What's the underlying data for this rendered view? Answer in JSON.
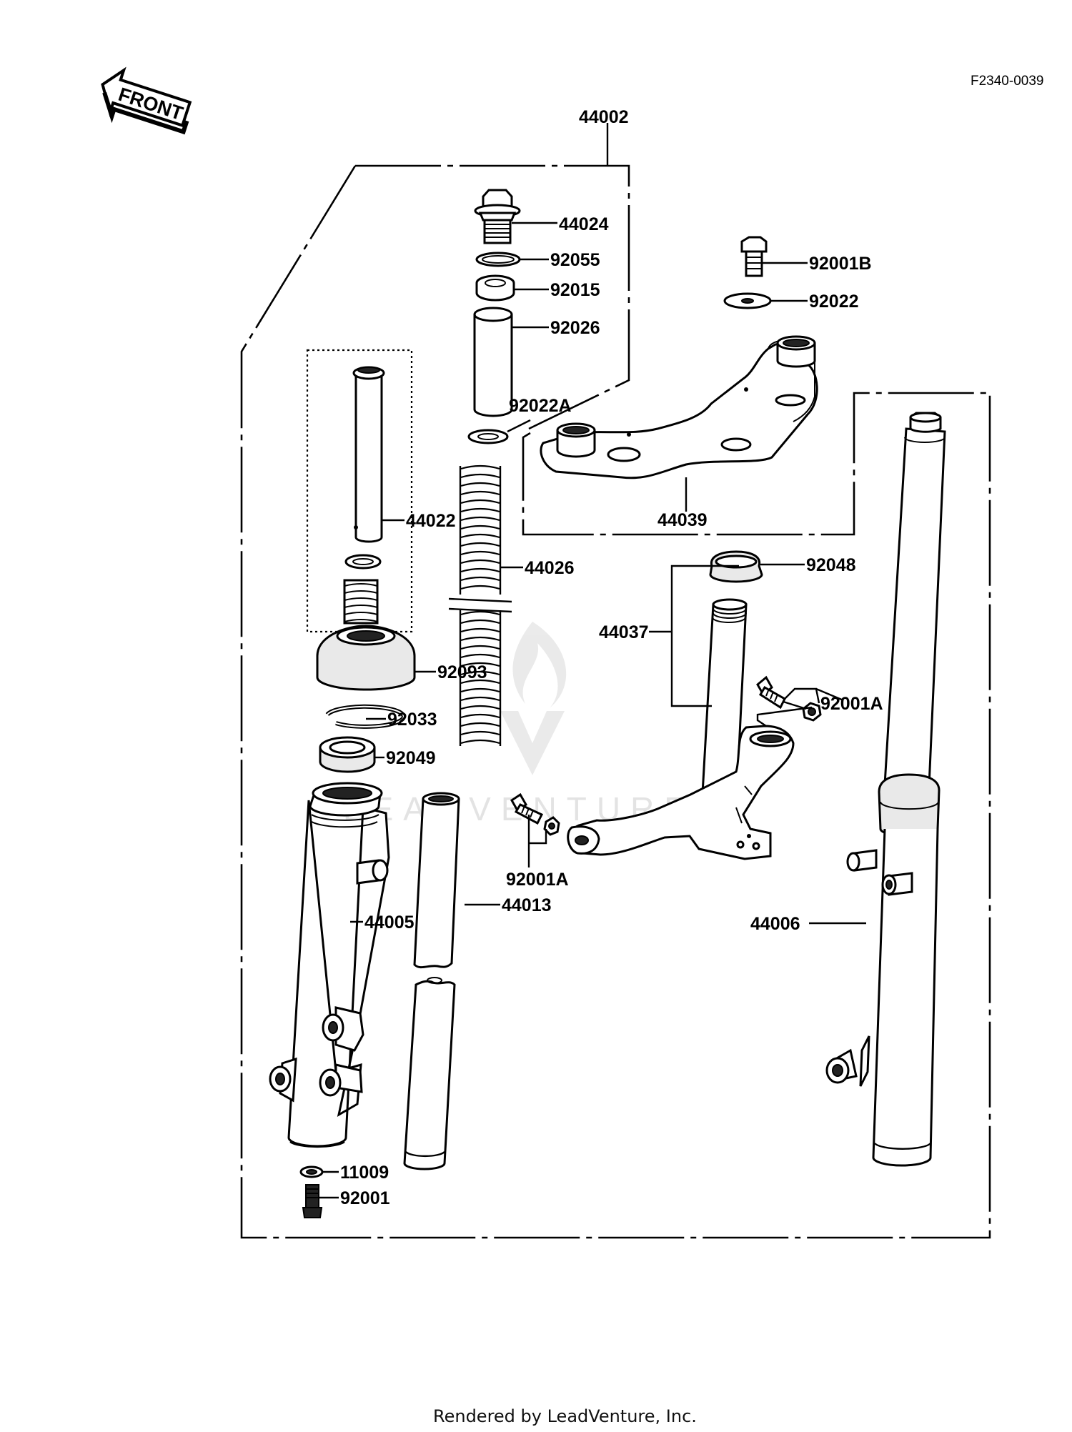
{
  "diagram": {
    "code": "F2340-0039",
    "front_label": "FRONT",
    "footer": "Rendered by LeadVenture, Inc.",
    "watermark": "LEADVENTURE",
    "parts": {
      "p44002": "44002",
      "p44024": "44024",
      "p92055": "92055",
      "p92015": "92015",
      "p92026": "92026",
      "p92022A": "92022A",
      "p92001B": "92001B",
      "p92022": "92022",
      "p44039": "44039",
      "p44022": "44022",
      "p44026": "44026",
      "p92048": "92048",
      "p44037": "44037",
      "p92093": "92093",
      "p92001A_right": "92001A",
      "p92033": "92033",
      "p92049": "92049",
      "p92001A_center": "92001A",
      "p44013": "44013",
      "p44005": "44005",
      "p44006": "44006",
      "p11009": "11009",
      "p92001": "92001"
    }
  }
}
